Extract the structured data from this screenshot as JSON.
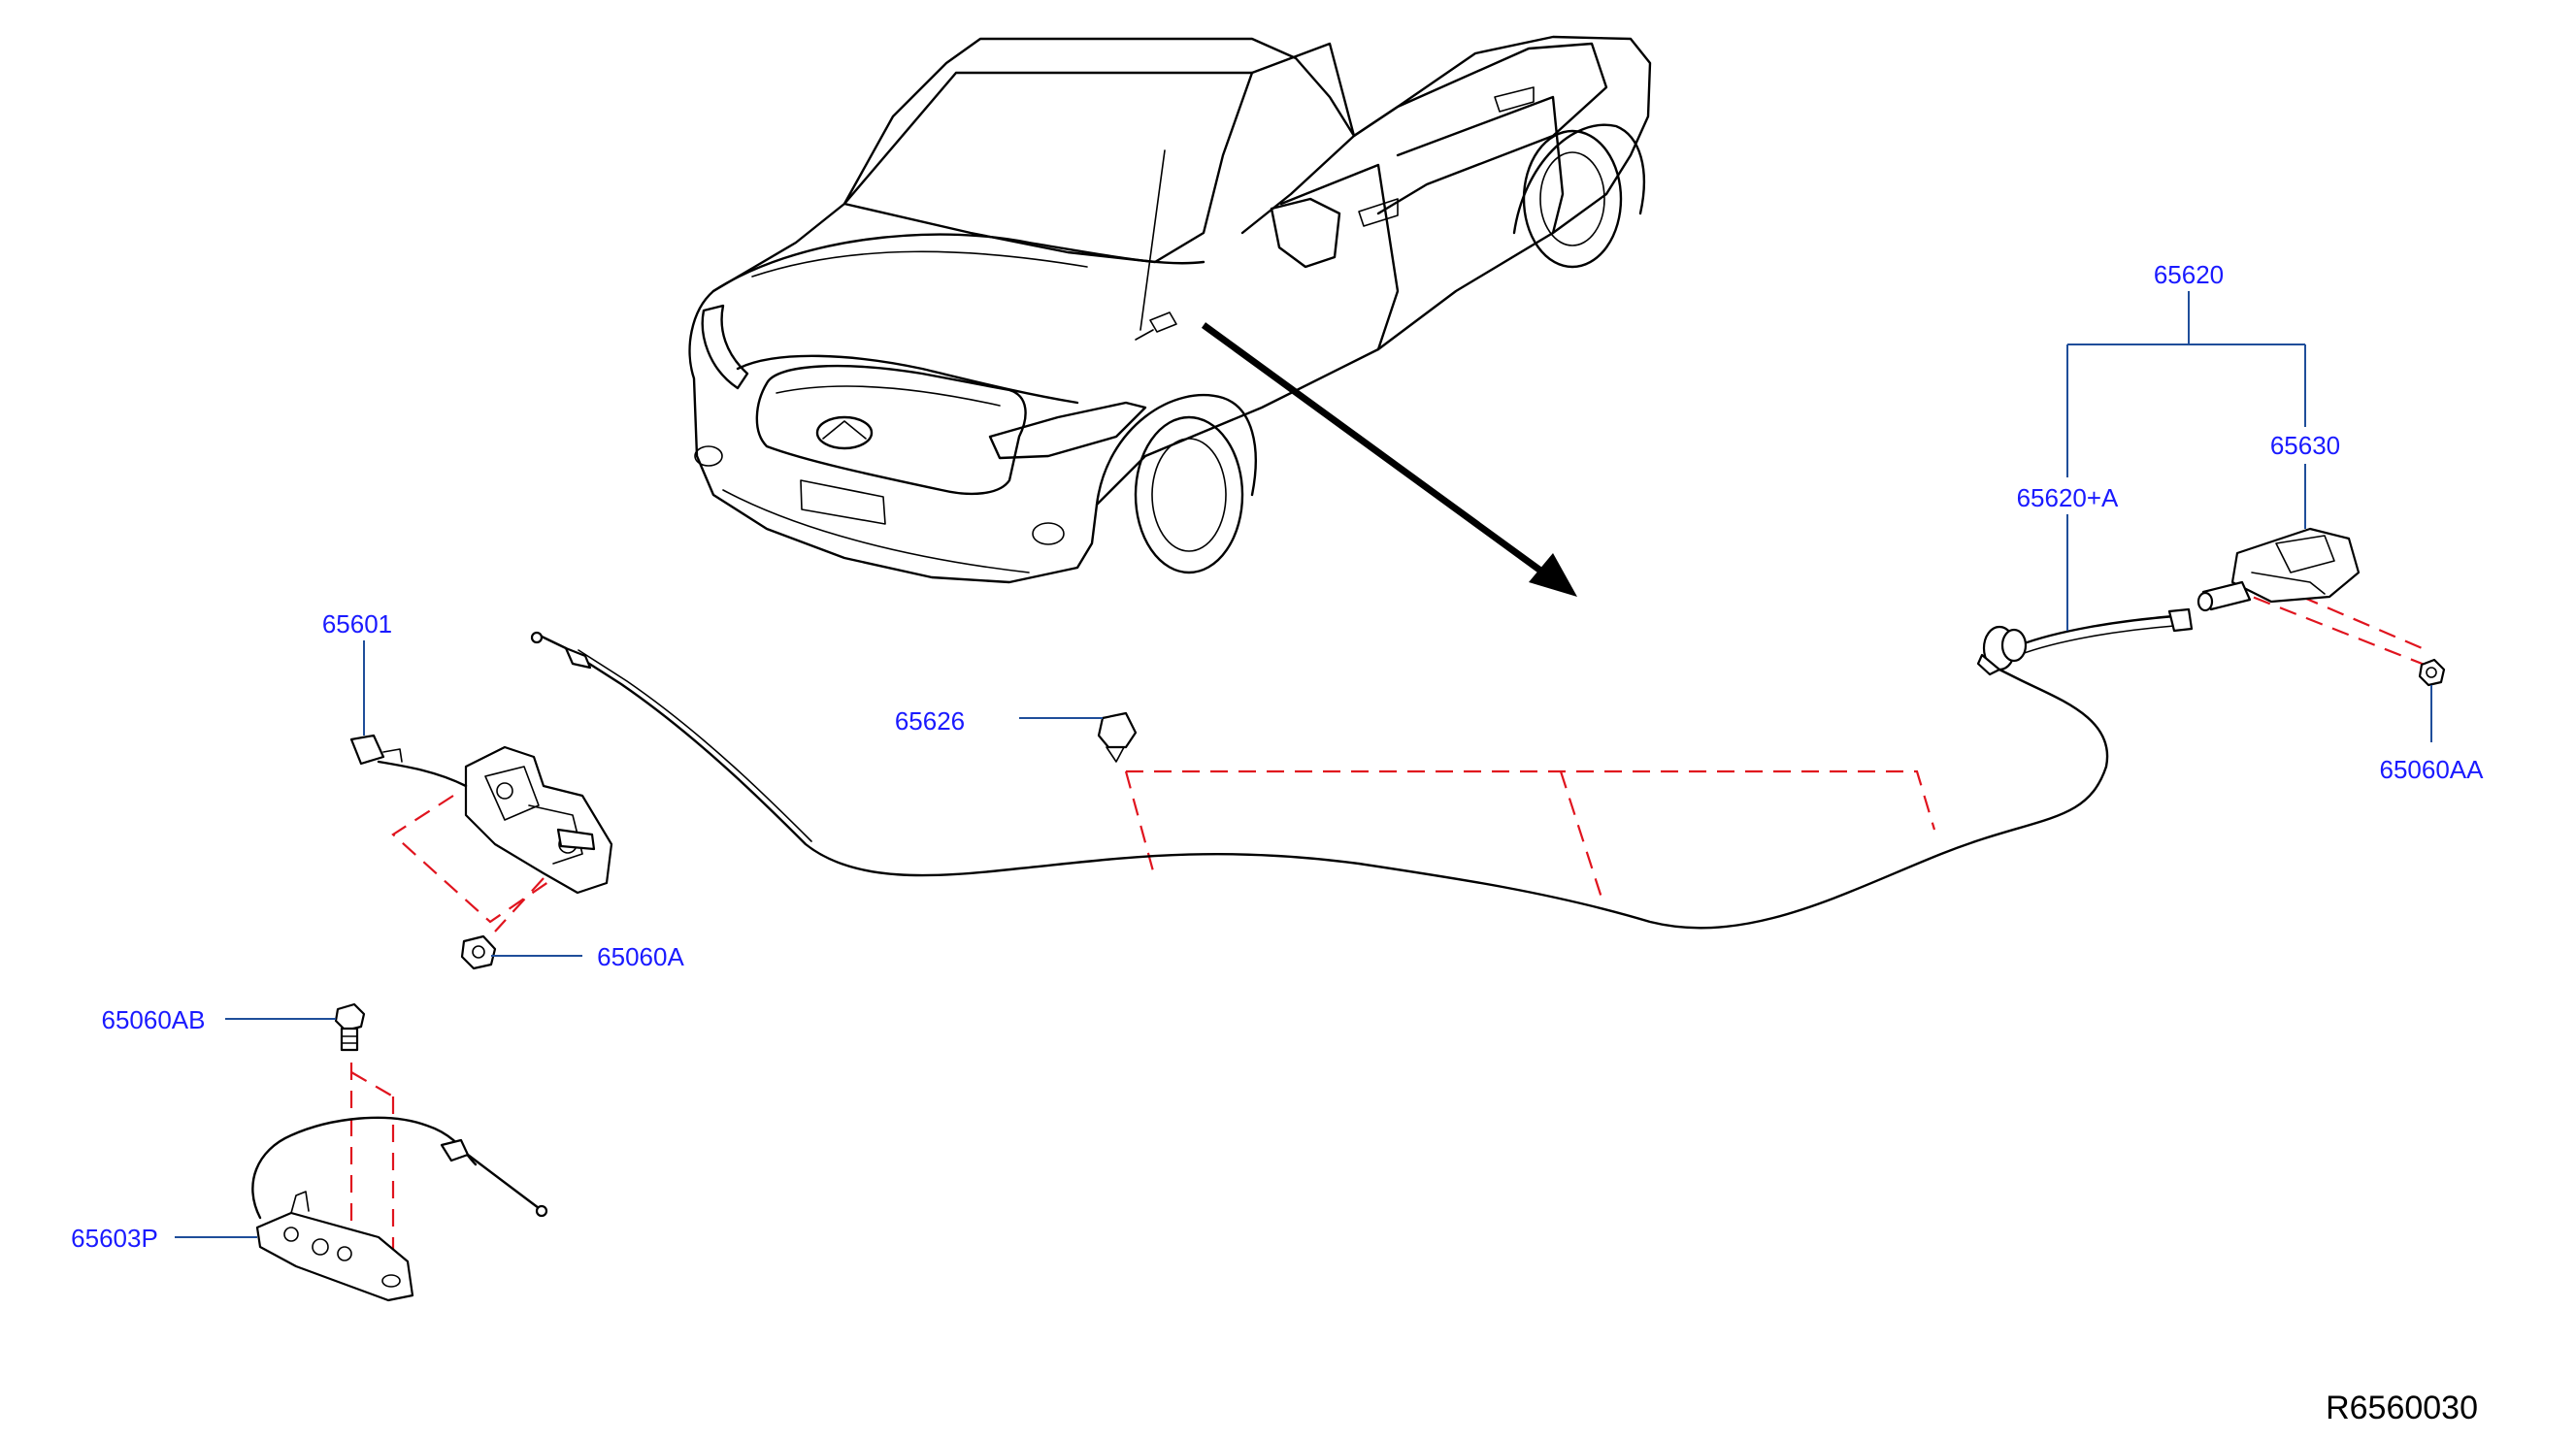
{
  "diagram": {
    "reference_code": "R6560030",
    "callouts": {
      "c65620": "65620",
      "c65630": "65630",
      "c65620A": "65620+A",
      "c65601": "65601",
      "c65626": "65626",
      "c65060AA": "65060AA",
      "c65060A": "65060A",
      "c65060AB": "65060AB",
      "c65603P": "65603P"
    },
    "colors": {
      "callout_text": "#1a1aff",
      "leader_line": "#1f4e9a",
      "dashed_guide": "#e0141e",
      "ink": "#000000"
    },
    "icons": [
      "vehicle-illustration",
      "hood-lock-latch",
      "hood-release-cable",
      "hood-opener-handle",
      "cable-clip",
      "bolt",
      "secondary-hood-latch"
    ]
  }
}
